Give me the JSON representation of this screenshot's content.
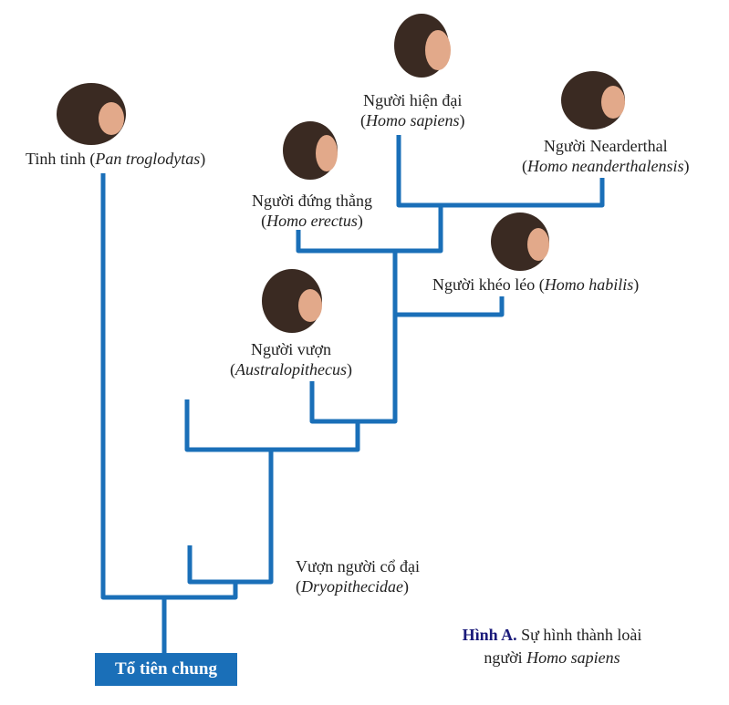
{
  "colors": {
    "branch": "#1a6fb8",
    "caption_label": "#1a1a7a"
  },
  "nodes": {
    "chimp": {
      "name": "Tinh tinh",
      "sci": "Pan troglodytas"
    },
    "sapiens": {
      "name": "Người hiện đại",
      "sci": "Homo sapiens"
    },
    "neanderthal": {
      "name": "Người Nearderthal",
      "sci": "Homo neanderthalensis"
    },
    "erectus": {
      "name": "Người đứng thẳng",
      "sci": "Homo erectus"
    },
    "habilis": {
      "name": "Người khéo léo",
      "sci": "Homo habilis"
    },
    "australo": {
      "name": "Người vượn",
      "sci": "Australopithecus"
    },
    "dryo": {
      "name": "Vượn người cổ đại",
      "sci": "Dryopithecidae"
    }
  },
  "root": "Tổ tiên chung",
  "caption": {
    "label": "Hình A.",
    "text": "Sự hình thành loài người",
    "sci": "Homo sapiens"
  }
}
